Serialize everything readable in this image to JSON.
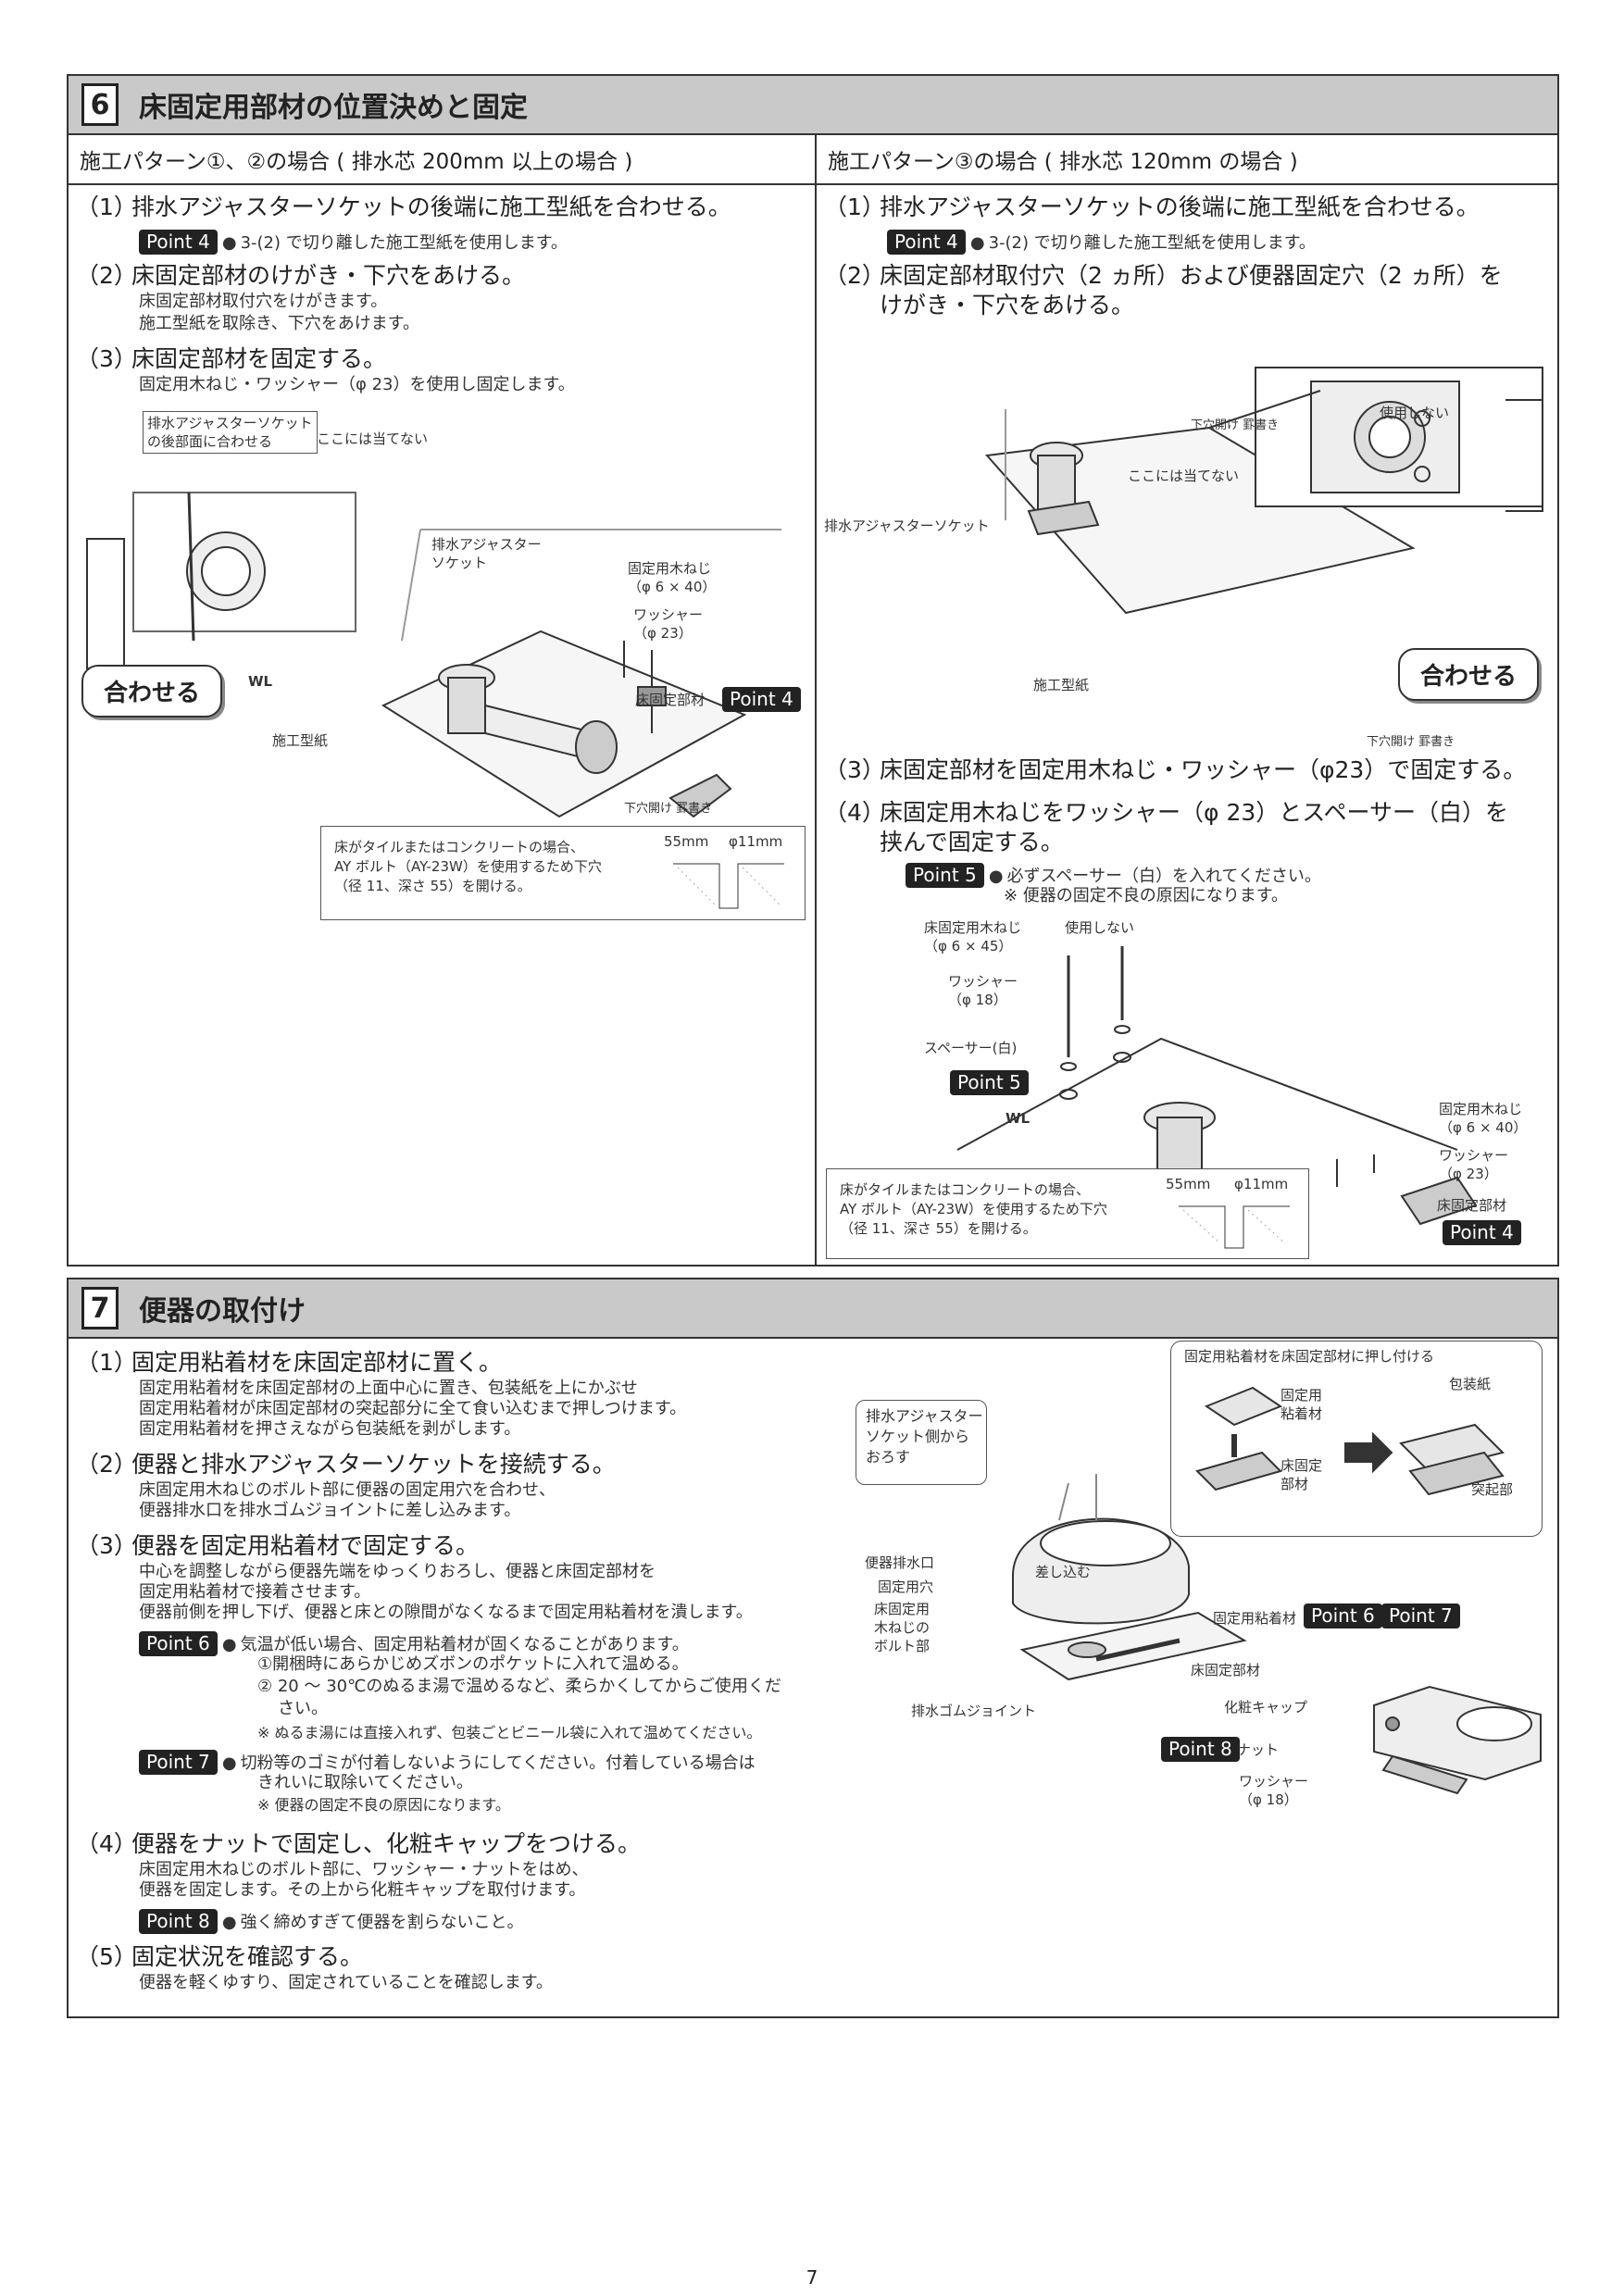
{
  "s6": {
    "num": "6",
    "title": "床固定用部材の位置決めと固定",
    "left": {
      "header": "施工パターン①、②の場合 ( 排水芯 200mm 以上の場合 )",
      "step1": {
        "n": "（1）",
        "text": "排水アジャスターソケットの後端に施工型紙を合わせる。",
        "badge": "Point 4",
        "note": "3-(2) で切り離した施工型紙を使用します。"
      },
      "step2": {
        "n": "（2）",
        "text": "床固定部材のけがき・下穴をあける。",
        "sub1": "床固定部材取付穴をけがきます。",
        "sub2": "施工型紙を取除き、下穴をあけます。"
      },
      "step3": {
        "n": "（3）",
        "text": "床固定部材を固定する。",
        "sub1": "固定用木ねじ・ワッシャー（φ 23）を使用し固定します。"
      },
      "fig": {
        "box_label": "排水アジャスターソケット\nの後部面に合わせる",
        "no_touch": "ここには当てない",
        "socket": "排水アジャスター\nソケット",
        "screw": "固定用木ねじ\n（φ 6 × 40）",
        "washer": "ワッシャー\n（φ 23）",
        "floor_part": "床固定部材",
        "badge": "Point 4",
        "awaseru": "合わせる",
        "wl": "WL",
        "template": "施工型紙",
        "drill": "下穴開け 罫書き"
      },
      "tile_note": {
        "text": "床がタイルまたはコンクリートの場合、\nAY ボルト（AY-23W）を使用するため下穴\n（径 11、深さ 55）を開ける。",
        "dim1": "55mm",
        "dim2": "φ11mm"
      }
    },
    "right": {
      "header": "施工パターン③の場合 ( 排水芯 120mm の場合 )",
      "step1": {
        "n": "（1）",
        "text": "排水アジャスターソケットの後端に施工型紙を合わせる。",
        "badge": "Point 4",
        "note": "3-(2) で切り離した施工型紙を使用します。"
      },
      "step2": {
        "n": "（2）",
        "text": "床固定部材取付穴（2 ヵ所）および便器固定穴（2 ヵ所）を",
        "text2": "けがき・下穴をあける。"
      },
      "fig": {
        "drill1": "下穴開け 罫書き",
        "unused": "使用しない",
        "no_touch": "ここには当てない",
        "socket": "排水アジャスターソケット",
        "template": "施工型紙",
        "awaseru": "合わせる",
        "drill2": "下穴開け 罫書き"
      },
      "step3": {
        "n": "（3）",
        "text": "床固定部材を固定用木ねじ・ワッシャー（φ23）で固定する。"
      },
      "step4": {
        "n": "（4）",
        "text": "床固定用木ねじをワッシャー（φ 23）とスペーサー（白）を",
        "text2": "挟んで固定する。",
        "badge": "Point 5",
        "note1": "必ずスペーサー（白）を入れてください。",
        "note2": "※ 便器の固定不良の原因になります。"
      },
      "fig2": {
        "screw": "床固定用木ねじ\n（φ 6 × 45）",
        "unused": "使用しない",
        "washer": "ワッシャー\n（φ 18）",
        "spacer": "スペーサー(白)",
        "badge": "Point 5",
        "wl": "WL",
        "screw2": "固定用木ねじ\n（φ 6 × 40）",
        "washer2": "ワッシャー\n（φ 23）",
        "floor_part": "床固定部材",
        "badge2": "Point 4"
      },
      "tile_note": {
        "text": "床がタイルまたはコンクリートの場合、\nAY ボルト（AY-23W）を使用するため下穴\n（径 11、深さ 55）を開ける。",
        "dim1": "55mm",
        "dim2": "φ11mm"
      }
    }
  },
  "s7": {
    "num": "7",
    "title": "便器の取付け",
    "step1": {
      "n": "（1）",
      "text": "固定用粘着材を床固定部材に置く。",
      "sub1": "固定用粘着材を床固定部材の上面中心に置き、包装紙を上にかぶせ",
      "sub2": "固定用粘着材が床固定部材の突起部分に全て食い込むまで押しつけます。",
      "sub3": "固定用粘着材を押さえながら包装紙を剥がします。"
    },
    "step2": {
      "n": "（2）",
      "text": "便器と排水アジャスターソケットを接続する。",
      "sub1": "床固定用木ねじのボルト部に便器の固定用穴を合わせ、",
      "sub2": "便器排水口を排水ゴムジョイントに差し込みます。"
    },
    "step3": {
      "n": "（3）",
      "text": "便器を固定用粘着材で固定する。",
      "sub1": "中心を調整しながら便器先端をゆっくりおろし、便器と床固定部材を",
      "sub2": "固定用粘着材で接着させます。",
      "sub3": "便器前側を押し下げ、便器と床との隙間がなくなるまで固定用粘着材を潰します。"
    },
    "point6": {
      "badge": "Point 6",
      "l1": "気温が低い場合、固定用粘着材が固くなることがあります。",
      "l2": "①開梱時にあらかじめズボンのポケットに入れて温める。",
      "l3": "② 20 ～ 30℃のぬるま湯で温めるなど、柔らかくしてからご使用くだ",
      "l4": "さい。",
      "l5": "※ ぬるま湯には直接入れず、包装ごとビニール袋に入れて温めてください。"
    },
    "point7": {
      "badge": "Point 7",
      "l1": "切粉等のゴミが付着しないようにしてください。付着している場合は",
      "l2": "きれいに取除いてください。",
      "l3": "※ 便器の固定不良の原因になります。"
    },
    "step4": {
      "n": "（4）",
      "text": "便器をナットで固定し、化粧キャップをつける。",
      "sub1": "床固定用木ねじのボルト部に、ワッシャー・ナットをはめ、",
      "sub2": "便器を固定します。その上から化粧キャップを取付けます。",
      "badge": "Point 8",
      "note": "強く締めすぎて便器を割らないこと。"
    },
    "step5": {
      "n": "（5）",
      "text": "固定状況を確認する。",
      "sub1": "便器を軽くゆすり、固定されていることを確認します。"
    },
    "fig": {
      "callout": "排水アジャスター\nソケット側から\nおろす",
      "inset_title": "固定用粘着材を床固定部材に押し付ける",
      "adhesive": "固定用\n粘着材",
      "wrap": "包装紙",
      "floor_part": "床固定\n部材",
      "bump": "突起部",
      "drain": "便器排水口",
      "hole": "固定用穴",
      "insert": "差し込む",
      "bolt": "床固定用\n木ねじの\nボルト部",
      "adhesive2": "固定用粘着材",
      "badge6": "Point 6",
      "badge7": "Point 7",
      "floor_part2": "床固定部材",
      "rubber": "排水ゴムジョイント",
      "cap": "化粧キャップ",
      "badge8": "Point 8",
      "nut": "ナット",
      "washer": "ワッシャー\n（φ 18）"
    }
  },
  "page_number": "7"
}
